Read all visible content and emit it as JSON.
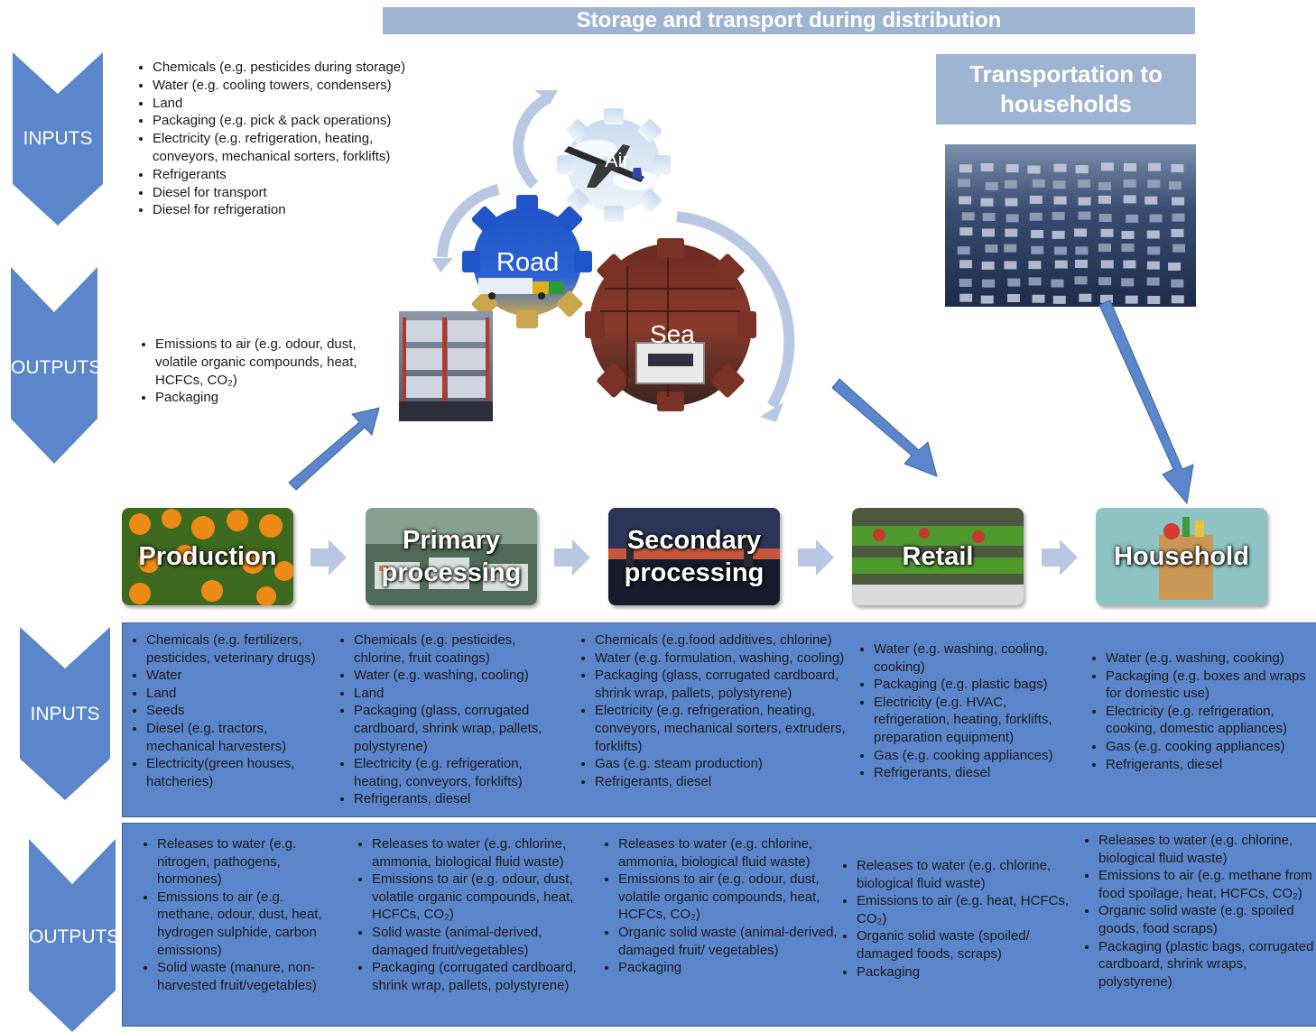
{
  "header": {
    "title": "Storage and transport during distribution"
  },
  "transport_to_households": {
    "title": "Transportation to households"
  },
  "modes": {
    "air": "Air",
    "road": "Road",
    "sea": "Sea"
  },
  "distribution_inputs": {
    "label": "INPUTS",
    "items": [
      "Chemicals (e.g. pesticides during storage)",
      "Water (e.g. cooling towers, condensers)",
      "Land",
      "Packaging (e.g. pick & pack operations)",
      "Electricity  (e.g. refrigeration, heating, conveyors, mechanical sorters, forklifts)",
      "Refrigerants",
      "Diesel for transport",
      "Diesel for refrigeration"
    ]
  },
  "distribution_outputs": {
    "label": "OUTPUTS",
    "items": [
      "Emissions to air (e.g. odour, dust, volatile organic compounds, heat, HCFCs, CO₂)",
      "Packaging"
    ]
  },
  "stages": [
    {
      "name": "Production"
    },
    {
      "name": "Primary processing"
    },
    {
      "name": "Secondary processing"
    },
    {
      "name": "Retail"
    },
    {
      "name": "Household"
    }
  ],
  "inputs_panel": {
    "label": "INPUTS",
    "columns": [
      [
        "Chemicals (e.g. fertilizers, pesticides, veterinary drugs)",
        "Water",
        "Land",
        "Seeds",
        "Diesel (e.g. tractors, mechanical harvesters)",
        "Electricity(green houses, hatcheries)"
      ],
      [
        "Chemicals (e.g. pesticides, chlorine, fruit coatings)",
        "Water (e.g. washing, cooling)",
        "Land",
        "Packaging (glass, corrugated cardboard, shrink wrap, pallets, polystyrene)",
        "Electricity  (e.g. refrigeration, heating, conveyors, forklifts)",
        "Refrigerants, diesel"
      ],
      [
        "Chemicals (e.g.food additives, chlorine)",
        "Water (e.g. formulation, washing, cooling)",
        "Packaging (glass, corrugated cardboard, shrink wrap, pallets, polystyrene)",
        "Electricity (e.g. refrigeration, heating, conveyors, mechanical sorters, extruders, forklifts)",
        "Gas (e.g. steam production)",
        "Refrigerants, diesel"
      ],
      [
        "Water (e.g. washing, cooling, cooking)",
        "Packaging (e.g. plastic bags)",
        "Electricity (e.g. HVAC, refrigeration, heating, forklifts, preparation equipment)",
        "Gas (e.g. cooking appliances)",
        "Refrigerants, diesel"
      ],
      [
        "Water (e.g. washing, cooking)",
        "Packaging (e.g. boxes and wraps for domestic use)",
        "Electricity (e.g. refrigeration, cooking, domestic appliances)",
        "Gas (e.g. cooking appliances)",
        "Refrigerants, diesel"
      ]
    ]
  },
  "outputs_panel": {
    "label": "OUTPUTS",
    "columns": [
      [
        "Releases to water (e.g. nitrogen, pathogens, hormones)",
        "Emissions to air (e.g. methane, odour, dust, heat, hydrogen sulphide, carbon emissions)",
        "Solid waste (manure, non-harvested fruit/vegetables)"
      ],
      [
        "Releases to water (e.g. chlorine, ammonia, biological fluid waste)",
        "Emissions to air (e.g. odour, dust, volatile organic compounds, heat, HCFCs, CO₂)",
        "Solid waste (animal-derived, damaged fruit/vegetables)",
        "Packaging (corrugated cardboard, shrink wrap, pallets, polystyrene)"
      ],
      [
        "Releases to water (e.g. chlorine, ammonia, biological fluid waste)",
        "Emissions to air (e.g. odour, dust, volatile organic compounds, heat, HCFCs, CO₂)",
        "Organic solid waste (animal-derived, damaged fruit/ vegetables)",
        "Packaging"
      ],
      [
        "Releases to water (e.g. chlorine, biological fluid waste)",
        "Emissions to air (e.g. heat, HCFCs, CO₂)",
        "Organic solid waste (spoiled/ damaged foods, scraps)",
        "Packaging"
      ],
      [
        "Releases to water (e.g. chlorine, biological fluid waste)",
        "Emissions to air (e.g. methane from food spoilage, heat, HCFCs, CO₂)",
        "Organic solid waste (e.g. spoiled goods, food scraps)",
        "Packaging (plastic bags, corrugated cardboard, shrink wraps, polystyrene)"
      ]
    ]
  },
  "colors": {
    "chevron": "#5b86cc",
    "panel": "#5b86cc",
    "title_bar": "#9fb3d2",
    "arrow": "#5b86cc",
    "light_arrow": "#b8c8e2"
  }
}
